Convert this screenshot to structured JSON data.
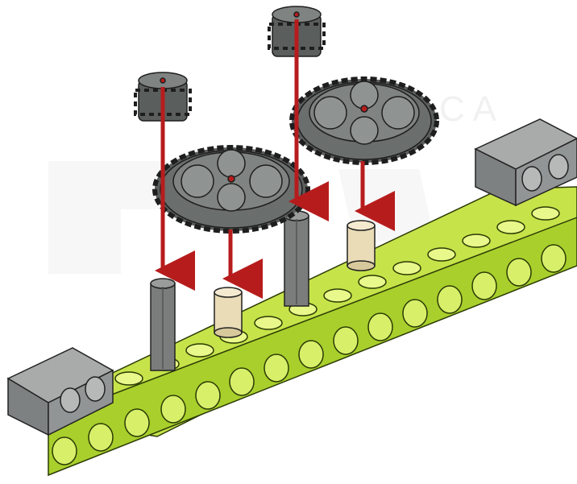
{
  "illustration": {
    "kind": "assembly instruction",
    "watermark_text": "C A",
    "colors": {
      "beam": "#b5d83a",
      "beam_dark": "#7fa51d",
      "brick": "#8c8f8f",
      "axle": "#7b7d7d",
      "gear": "#5a5e5c",
      "bushing": "#e9dcb6",
      "arrow": "#b71c1c",
      "outline": "#222222"
    },
    "parts": [
      {
        "name": "small-gear-left",
        "type": "8-tooth gear"
      },
      {
        "name": "small-gear-right",
        "type": "8-tooth gear"
      },
      {
        "name": "large-gear-left",
        "type": "24-tooth gear"
      },
      {
        "name": "large-gear-right",
        "type": "24-tooth gear"
      },
      {
        "name": "axle-left",
        "type": "axle"
      },
      {
        "name": "axle-right",
        "type": "axle"
      },
      {
        "name": "bushing-left",
        "type": "bushing"
      },
      {
        "name": "bushing-right",
        "type": "bushing"
      },
      {
        "name": "beam",
        "type": "liftarm beam"
      },
      {
        "name": "brick-left",
        "type": "2x2 brick"
      },
      {
        "name": "brick-right",
        "type": "2x2 brick"
      }
    ]
  }
}
